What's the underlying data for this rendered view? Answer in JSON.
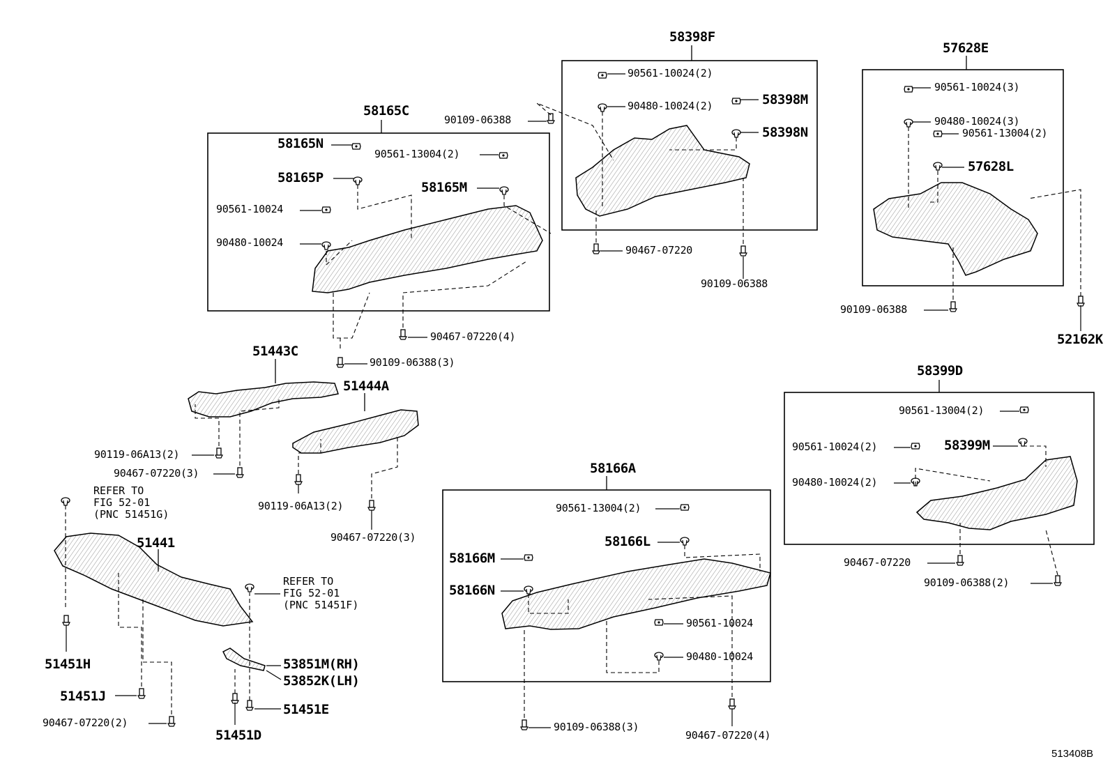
{
  "diagram_id": "513408B",
  "groups": [
    {
      "id": "58165C",
      "parts": [
        {
          "pn": "58165N"
        },
        {
          "pn": "58165P"
        },
        {
          "pn": "90561-13004(2)"
        },
        {
          "pn": "58165M"
        },
        {
          "pn": "90561-10024"
        },
        {
          "pn": "90480-10024"
        },
        {
          "pn": "90467-07220(4)"
        },
        {
          "pn": "90109-06388(3)"
        }
      ]
    },
    {
      "id": "58398F",
      "parts": [
        {
          "pn": "90561-10024(2)"
        },
        {
          "pn": "90480-10024(2)"
        },
        {
          "pn": "58398M"
        },
        {
          "pn": "58398N"
        },
        {
          "pn": "90467-07220"
        },
        {
          "pn": "90109-06388"
        }
      ]
    },
    {
      "id": "57628E",
      "parts": [
        {
          "pn": "90561-10024(3)"
        },
        {
          "pn": "90480-10024(3)"
        },
        {
          "pn": "90561-13004(2)"
        },
        {
          "pn": "57628L"
        }
      ]
    },
    {
      "id": "58399D",
      "parts": [
        {
          "pn": "90561-13004(2)"
        },
        {
          "pn": "58399M"
        },
        {
          "pn": "90561-10024(2)"
        },
        {
          "pn": "90480-10024(2)"
        },
        {
          "pn": "90467-07220"
        },
        {
          "pn": "90109-06388(2)"
        }
      ]
    },
    {
      "id": "58166A",
      "parts": [
        {
          "pn": "90561-13004(2)"
        },
        {
          "pn": "58166L"
        },
        {
          "pn": "58166M"
        },
        {
          "pn": "58166N"
        },
        {
          "pn": "90561-10024"
        },
        {
          "pn": "90480-10024"
        },
        {
          "pn": "90109-06388(3)"
        },
        {
          "pn": "90467-07220(4)"
        }
      ]
    },
    {
      "id": "51443C",
      "parts": [
        {
          "pn": "90119-06A13(2)"
        },
        {
          "pn": "90467-07220(3)"
        }
      ]
    },
    {
      "id": "51444A",
      "parts": [
        {
          "pn": "90119-06A13(2)"
        },
        {
          "pn": "90467-07220(3)"
        }
      ]
    },
    {
      "id": "51441",
      "parts": [
        {
          "pn": "51451H"
        },
        {
          "pn": "51451J"
        },
        {
          "pn": "90467-07220(2)"
        },
        {
          "pn": "53851M(RH)"
        },
        {
          "pn": "53852K(LH)"
        },
        {
          "pn": "51451E"
        },
        {
          "pn": "51451D"
        }
      ]
    }
  ],
  "loose_parts": [
    "90109-06388",
    "90109-06388",
    "52162K"
  ],
  "notes": [
    "REFER TO\nFIG 52-01\n(PNC 51451G)",
    "REFER TO\nFIG 52-01\n(PNC 51451F)"
  ]
}
